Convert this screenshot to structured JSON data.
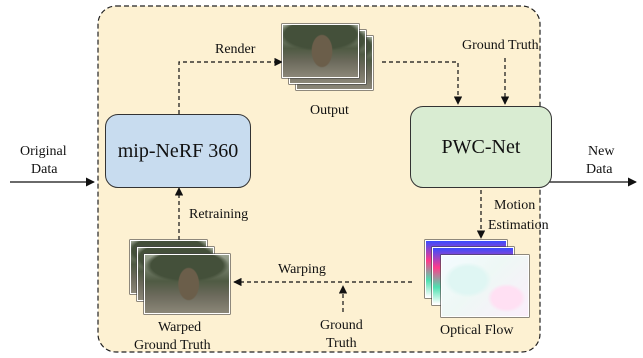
{
  "nodes": {
    "nerf": "mip-NeRF 360",
    "pwc": "PWC-Net"
  },
  "labels": {
    "render": "Render",
    "output": "Output",
    "ground_truth_top": "Ground Truth",
    "retraining": "Retraining",
    "motion_line1": "Motion",
    "motion_line2": "Estimation",
    "warping": "Warping",
    "optical_flow": "Optical Flow",
    "warped_line1": "Warped",
    "warped_line2": "Ground Truth",
    "gt_bottom_line1": "Ground",
    "gt_bottom_line2": "Truth",
    "original_line1": "Original",
    "original_line2": "Data",
    "new_line1": "New",
    "new_line2": "Data"
  },
  "colors": {
    "frame_fill": "#fdf1d2",
    "nerf_fill": "#c8dcef",
    "pwc_fill": "#d9ecd2"
  }
}
